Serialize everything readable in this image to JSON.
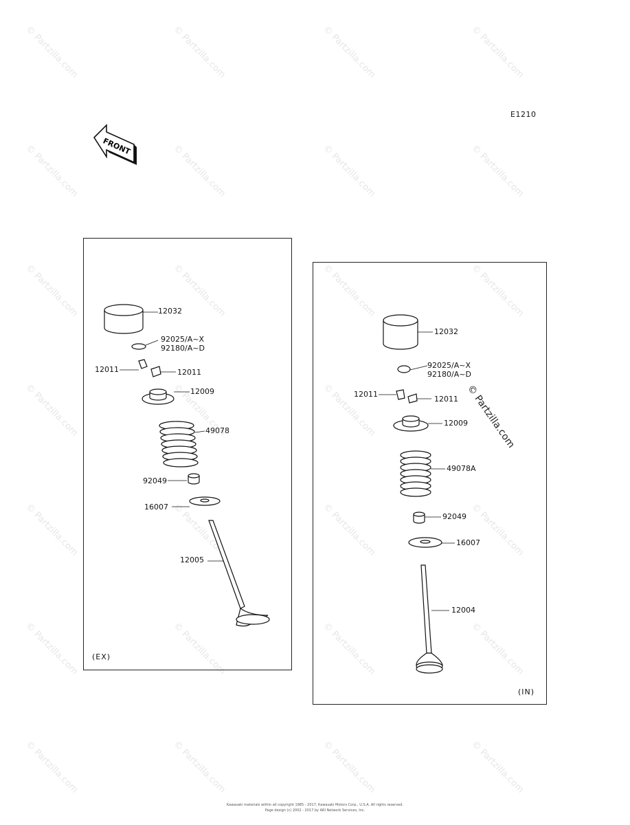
{
  "diagram": {
    "code": "E1210",
    "front_label": "FRONT",
    "watermark_text": "© Partzilla.com",
    "partzilla_mark": "© Partzilla.com",
    "exhaust_panel": {
      "tag": "(EX)",
      "labels": {
        "tappet": "12032",
        "shim_a": "92025/A~X",
        "shim_b": "92180/A~D",
        "cotter_left": "12011",
        "cotter_right": "12011",
        "retainer": "12009",
        "spring": "49078",
        "seal": "92049",
        "seat": "16007",
        "valve": "12005"
      }
    },
    "intake_panel": {
      "tag": "(IN)",
      "labels": {
        "tappet": "12032",
        "shim_a": "92025/A~X",
        "shim_b": "92180/A~D",
        "cotter_left": "12011",
        "cotter_right": "12011",
        "retainer": "12009",
        "spring": "49078A",
        "seal": "92049",
        "seat": "16007",
        "valve": "12004"
      }
    },
    "footer": {
      "line1": "Kawasaki materials within all copyright 1985 - 2017, Kawasaki Motors Corp., U.S.A. All rights reserved.",
      "line2": "Page design (c) 2002 - 2017 by ARI Network Services, Inc."
    }
  }
}
